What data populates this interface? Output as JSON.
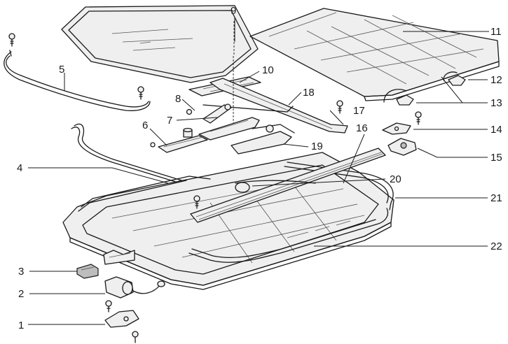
{
  "callouts": {
    "c1": "1",
    "c2": "2",
    "c3": "3",
    "c4": "4",
    "c5": "5",
    "c6": "6",
    "c7": "7",
    "c8": "8",
    "c9": "9",
    "c10": "10",
    "c11": "11",
    "c12": "12",
    "c13": "13",
    "c14": "14",
    "c15": "15",
    "c16": "16",
    "c17": "17",
    "c18": "18",
    "c19": "19",
    "c20": "20",
    "c21": "21",
    "c22": "22"
  },
  "colors": {
    "line": "#1a1a1a",
    "fill": "#efefef",
    "shade": "#bdbdbd",
    "background": "#ffffff"
  }
}
